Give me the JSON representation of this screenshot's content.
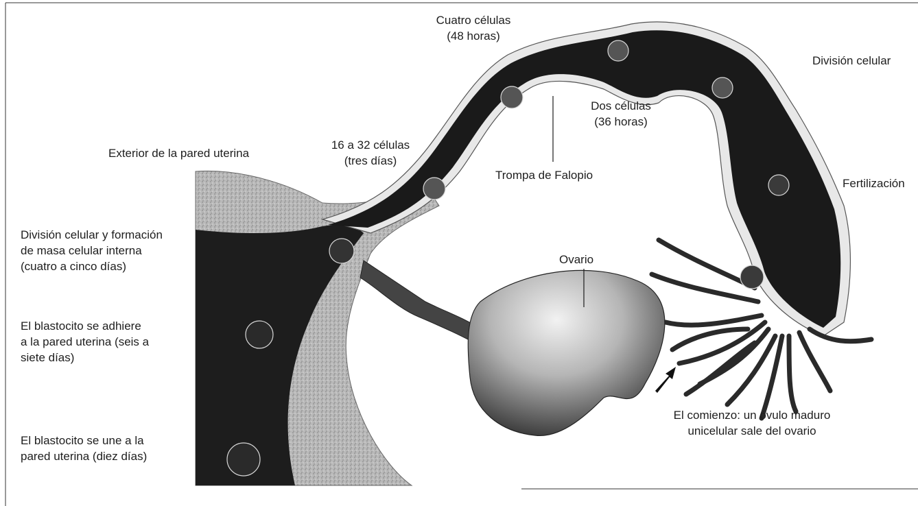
{
  "labels": {
    "cuatro_celulas": [
      "Cuatro células",
      "(48 horas)"
    ],
    "division_celular": "División celular",
    "dos_celulas": [
      "Dos células",
      "(36 horas)"
    ],
    "exterior_pared": "Exterior de la pared uterina",
    "dieciseis_celulas": [
      "16 a 32 células",
      "(tres días)"
    ],
    "trompa_falopio": "Trompa de Falopio",
    "fertilizacion": "Fertilización",
    "masa_celular": [
      "División celular y formación",
      "de masa celular interna",
      "(cuatro a cinco días)"
    ],
    "ovario": "Ovario",
    "blastocito_adhiere": [
      "El blastocito se adhiere",
      "a la pared uterina (seis a",
      "siete días)"
    ],
    "comienzo": [
      "El comienzo: un óvulo maduro",
      "unicelular sale del ovario"
    ],
    "blastocito_une": [
      "El blastocito se une a la",
      "pared uterina (diez días)"
    ]
  }
}
